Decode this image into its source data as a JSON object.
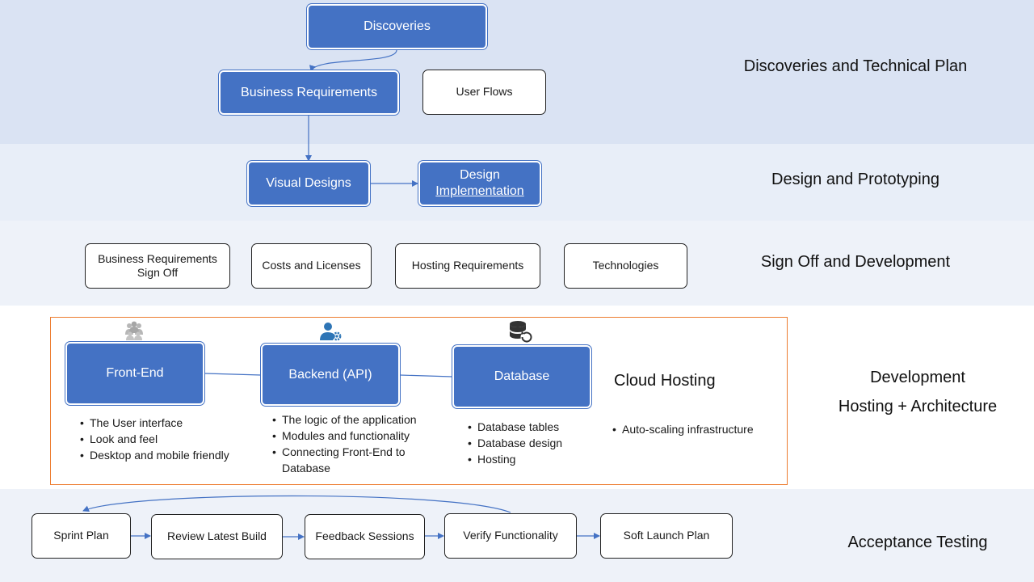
{
  "stages": {
    "discoveries": "Discoveries and Technical Plan",
    "design": "Design and Prototyping",
    "signoff": "Sign Off and Development",
    "development_line1": "Development",
    "development_line2": "Hosting + Architecture",
    "acceptance": "Acceptance Testing"
  },
  "discoveries": {
    "discoveries_box": "Discoveries",
    "business_requirements": "Business Requirements",
    "user_flows": "User Flows"
  },
  "design": {
    "visual_designs": "Visual Designs",
    "design_line1": "Design",
    "design_line2": "Implementation"
  },
  "signoff": {
    "br_signoff_line1": "Business Requirements",
    "br_signoff_line2": "Sign Off",
    "costs": "Costs and Licenses",
    "hosting_requirements": "Hosting Requirements",
    "technologies": "Technologies"
  },
  "architecture": {
    "frontend": {
      "label": "Front-End",
      "bullets": [
        "The User interface",
        "Look and feel",
        "Desktop and mobile friendly"
      ]
    },
    "backend": {
      "label": "Backend (API)",
      "bullets": [
        "The logic of the application",
        "Modules and functionality",
        "Connecting Front-End to Database"
      ]
    },
    "database": {
      "label": "Database",
      "bullets": [
        "Database tables",
        "Database design",
        "Hosting"
      ]
    },
    "cloud": {
      "label": "Cloud Hosting",
      "bullets": [
        "Auto-scaling infrastructure"
      ]
    }
  },
  "acceptance": {
    "sprint_plan": "Sprint Plan",
    "review_build": "Review Latest Build",
    "feedback": "Feedback Sessions",
    "verify": "Verify Functionality",
    "soft_launch": "Soft Launch Plan"
  },
  "colors": {
    "band_top": "#dae3f3",
    "band_light": "#e7edf8",
    "band_lighter": "#eef2f9",
    "box_blue": "#4472c4",
    "frame_orange": "#ed7d31",
    "icon_blue": "#2e75b6"
  },
  "icons": {
    "frontend": "users-group-icon",
    "backend": "user-settings-icon",
    "database": "database-refresh-icon"
  }
}
